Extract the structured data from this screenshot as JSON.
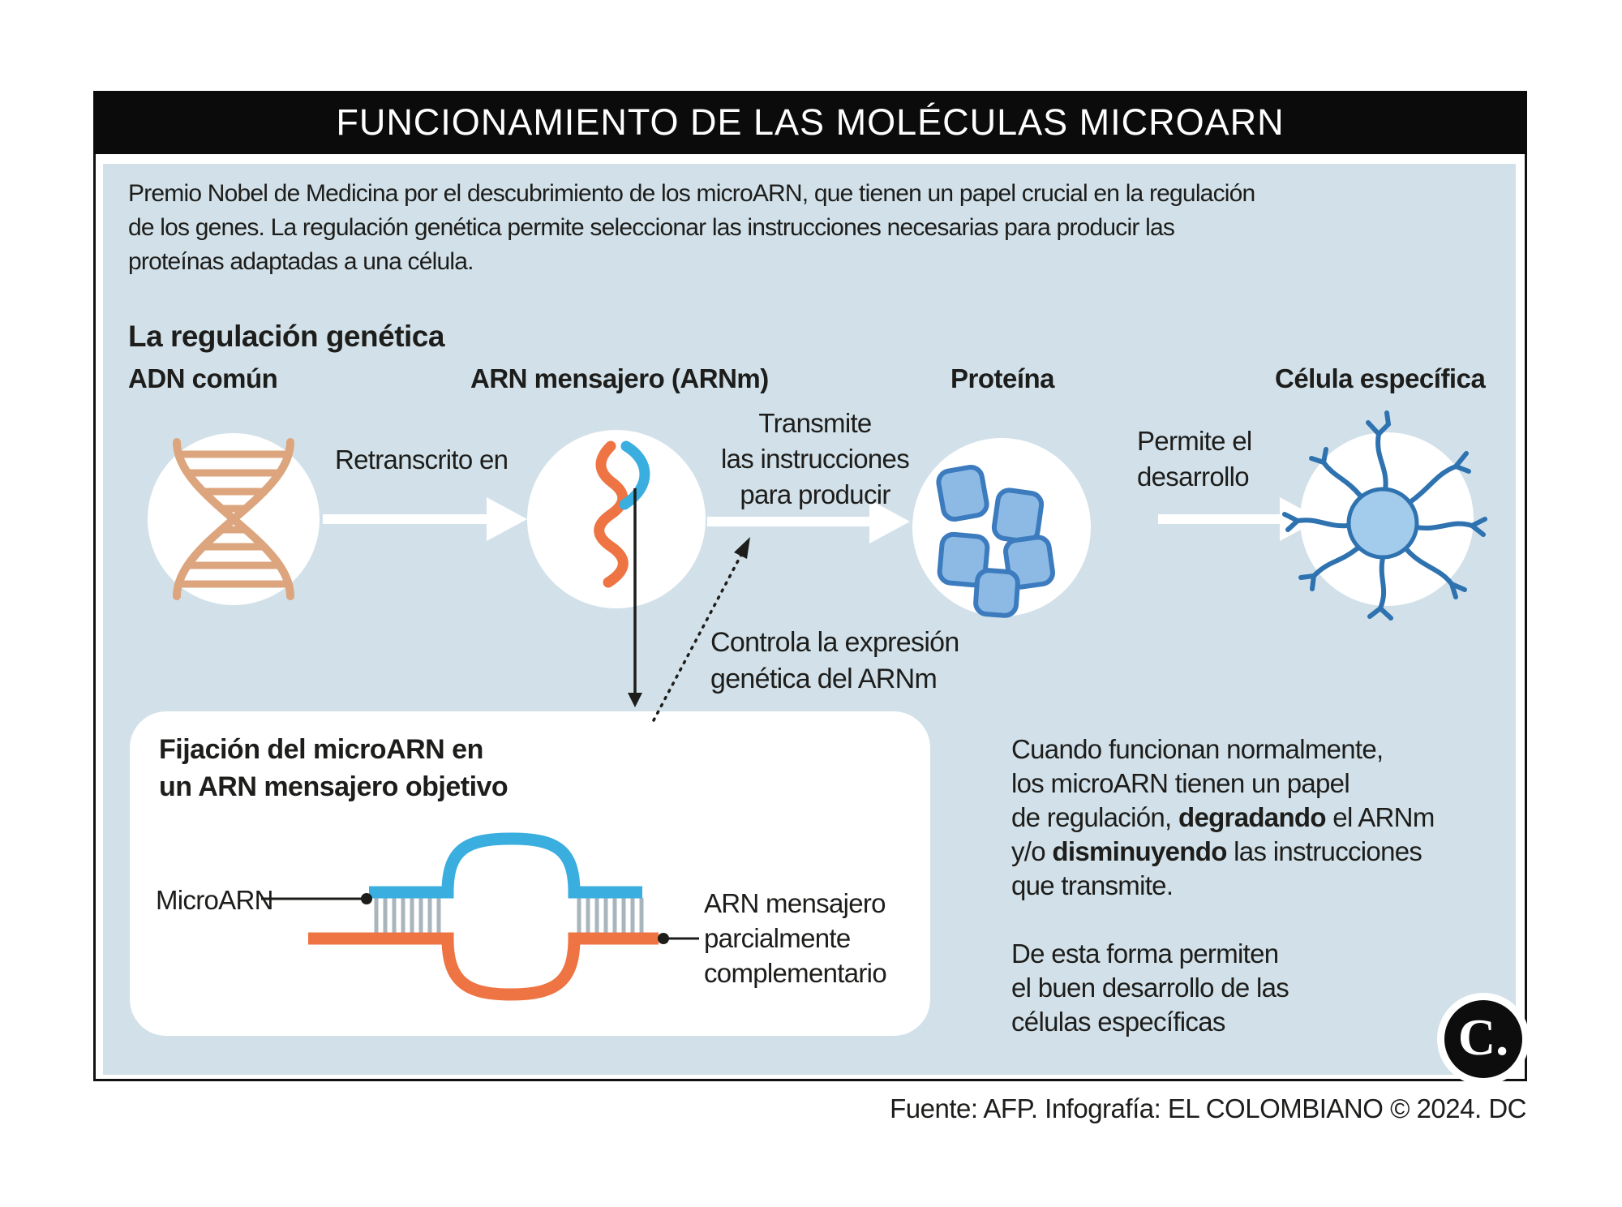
{
  "header": {
    "title": "FUNCIONAMIENTO DE LAS MOLÉCULAS MICROARN"
  },
  "intro": {
    "text": "Premio Nobel de Medicina por el descubrimiento de los microARN, que tienen un papel crucial en la regulación\nde los genes. La regulación genética permite seleccionar las instrucciones necesarias para producir las\nproteínas adaptadas a una célula."
  },
  "regulation": {
    "heading": "La regulación genética",
    "col_adn": "ADN común",
    "col_arnm": "ARN mensajero (ARNm)",
    "col_proteina": "Proteína",
    "col_celula": "Célula específica",
    "arrow1_label": "Retranscrito en",
    "arrow2_label": "Transmite\nlas instrucciones\npara producir",
    "arrow3_label": "Permite el\ndesarrollo",
    "control_label": "Controla la expresión\ngenética del ARNm"
  },
  "fixation_box": {
    "heading": "Fijación del microARN en\nun ARN mensajero objetivo",
    "label_microarn": "MicroARN",
    "label_arnm": "ARN mensajero\nparcialmente\ncomplementario"
  },
  "side_text": {
    "p1_lines": [
      "Cuando funcionan normalmente,",
      "los microARN tienen un papel",
      "de regulación, **degradando** el ARNm",
      "y/o **disminuyendo** las instrucciones",
      "que transmite."
    ],
    "p2_lines": [
      "De esta forma permiten",
      "el buen desarrollo de las",
      "células específicas"
    ]
  },
  "footer": {
    "source": "Fuente: AFP. Infografía: EL COLOMBIANO © 2024. DC"
  },
  "logo": {
    "text": "C."
  },
  "colors": {
    "panel": "#d2e1e9",
    "strand_orange": "#ee7443",
    "strand_blue": "#3aaede",
    "dna_tan": "#dca57e",
    "protein_fill": "#8cbae5",
    "protein_stroke": "#3c7cbe",
    "neuron_blue": "#2e72b0",
    "neuron_fill": "#a3cbec",
    "hatch_gray": "#a9b5bd",
    "titlebar_black": "#0b0b0b"
  }
}
